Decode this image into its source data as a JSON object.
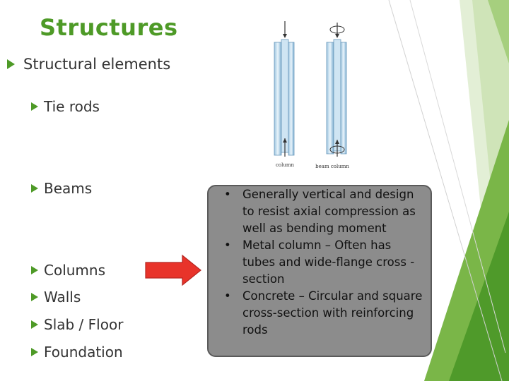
{
  "title": "Structures",
  "main_bullet": "Structural elements",
  "sub_items": [
    {
      "label": "Tie rods"
    },
    {
      "label": "Beams"
    },
    {
      "label": "Columns"
    },
    {
      "label": "Walls"
    },
    {
      "label": "Slab / Floor"
    },
    {
      "label": "Foundation"
    }
  ],
  "diagram": {
    "left_caption": "column",
    "right_caption": "beam column"
  },
  "callout": {
    "bullets": [
      "Generally vertical and design to resist axial compression as well as bending moment",
      "Metal column – Often has tubes and wide-flange cross -section",
      "Concrete – Circular and square cross-section with reinforcing rods"
    ]
  },
  "colors": {
    "accent_green": "#4e9a27",
    "arrow_red": "#e8332a",
    "callout_gray": "#8c8c8c"
  }
}
